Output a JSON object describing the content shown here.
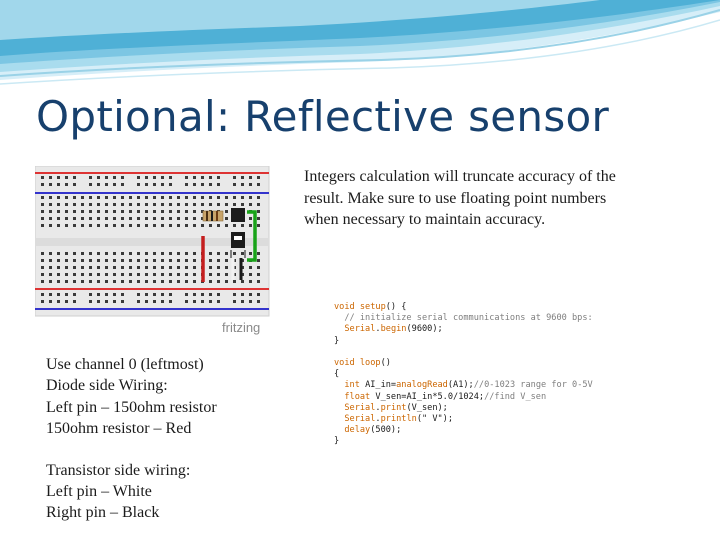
{
  "slide": {
    "title": "Optional: Reflective sensor",
    "image_caption": "fritzing",
    "right_text": [
      "Integers calculation will truncate accuracy of the",
      "result. Make sure to use floating point numbers",
      "when necessary to maintain accuracy."
    ],
    "left_text": [
      "Use channel 0 (leftmost)",
      "Diode side Wiring:",
      "Left pin – 150ohm resistor",
      "150ohm resistor – Red",
      "",
      "Transistor side wiring:",
      "Left pin – White",
      "Right pin – Black"
    ],
    "code": {
      "lines": [
        [
          {
            "t": "void ",
            "c": "kw"
          },
          {
            "t": "setup",
            "c": "fn"
          },
          {
            "t": "() {",
            "c": "pl"
          }
        ],
        [
          {
            "t": "  // initialize serial communications at 9600 bps:",
            "c": "cm"
          }
        ],
        [
          {
            "t": "  ",
            "c": "pl"
          },
          {
            "t": "Serial",
            "c": "fn"
          },
          {
            "t": ".",
            "c": "pl"
          },
          {
            "t": "begin",
            "c": "fn"
          },
          {
            "t": "(9600);",
            "c": "pl"
          }
        ],
        [
          {
            "t": "}",
            "c": "pl"
          }
        ],
        [
          {
            "t": "",
            "c": "pl"
          }
        ],
        [
          {
            "t": "void ",
            "c": "kw"
          },
          {
            "t": "loop",
            "c": "fn"
          },
          {
            "t": "()",
            "c": "pl"
          }
        ],
        [
          {
            "t": "{",
            "c": "pl"
          }
        ],
        [
          {
            "t": "  ",
            "c": "pl"
          },
          {
            "t": "int ",
            "c": "kw"
          },
          {
            "t": "AI_in=",
            "c": "pl"
          },
          {
            "t": "analogRead",
            "c": "fn"
          },
          {
            "t": "(A1);",
            "c": "pl"
          },
          {
            "t": "//0-1023 range for 0-5V",
            "c": "cm"
          }
        ],
        [
          {
            "t": "  ",
            "c": "pl"
          },
          {
            "t": "float ",
            "c": "kw"
          },
          {
            "t": "V_sen=AI_in*5.0/1024;",
            "c": "pl"
          },
          {
            "t": "//find V_sen",
            "c": "cm"
          }
        ],
        [
          {
            "t": "  ",
            "c": "pl"
          },
          {
            "t": "Serial",
            "c": "fn"
          },
          {
            "t": ".",
            "c": "pl"
          },
          {
            "t": "print",
            "c": "fn"
          },
          {
            "t": "(V_sen);",
            "c": "pl"
          }
        ],
        [
          {
            "t": "  ",
            "c": "pl"
          },
          {
            "t": "Serial",
            "c": "fn"
          },
          {
            "t": ".",
            "c": "pl"
          },
          {
            "t": "println",
            "c": "fn"
          },
          {
            "t": "(\" V\");",
            "c": "pl"
          }
        ],
        [
          {
            "t": "  ",
            "c": "pl"
          },
          {
            "t": "delay",
            "c": "fn"
          },
          {
            "t": "(500);",
            "c": "pl"
          }
        ],
        [
          {
            "t": "}",
            "c": "pl"
          }
        ]
      ]
    },
    "colors": {
      "title": "#17406d",
      "wave_light": "#bfe3f1",
      "wave_mid": "#8fcfe6",
      "wave_dark": "#4fb0d6",
      "wire_red": "#c41e1e",
      "wire_green": "#19a319",
      "wire_white": "#f2f2f2",
      "wire_black": "#1a1a1a",
      "code_keyword": "#cc6600",
      "code_comment": "#7e7e7e"
    }
  }
}
